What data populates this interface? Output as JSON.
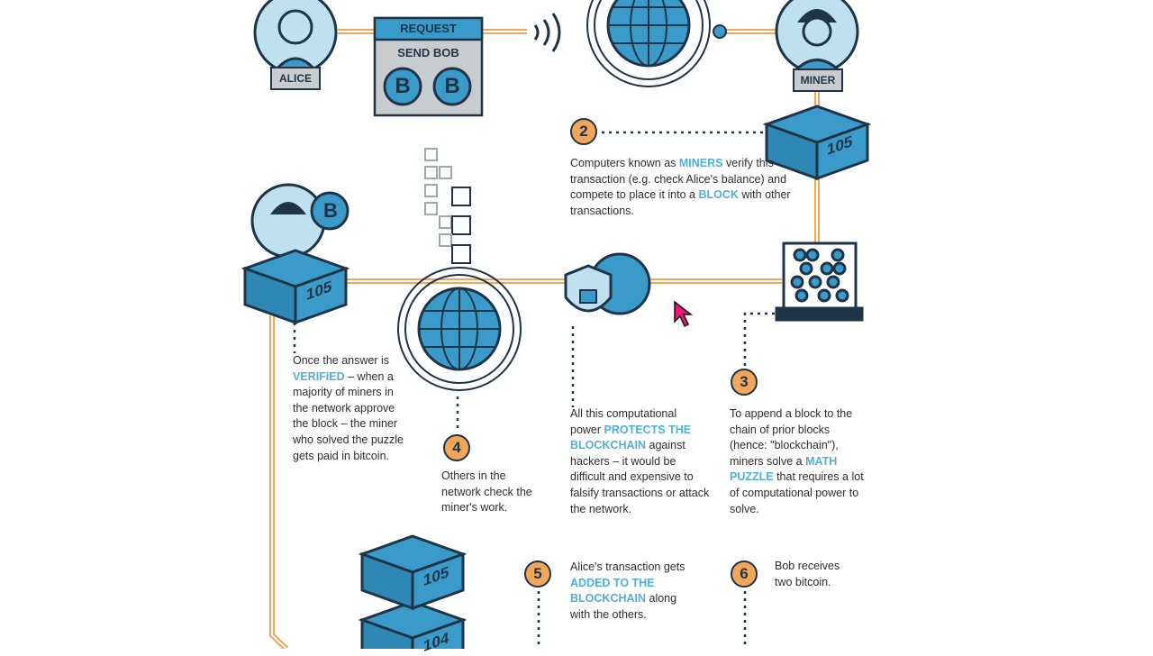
{
  "actors": {
    "alice": "ALICE",
    "miner": "MINER"
  },
  "request": {
    "header": "REQUEST",
    "body": "SEND BOB",
    "coin_symbol": "B"
  },
  "blocks": {
    "top": "105",
    "left": "105",
    "stack_top": "105",
    "stack_second": "104"
  },
  "steps": [
    {
      "number": "2",
      "segments": [
        "Computers known as ",
        "MINERS",
        " verify this transaction (e.g. check Alice's balance) and compete to place it into a ",
        "BLOCK",
        " with other transactions."
      ]
    },
    {
      "number": "3",
      "segments": [
        "To append a block to the chain of prior blocks (hence: \"blockchain\"), miners solve a ",
        "MATH PUZZLE",
        " that requires a lot of computational power to solve."
      ]
    },
    {
      "number": "4",
      "segments": [
        "Others in the network check the miner's work."
      ]
    },
    {
      "number": "5",
      "segments": [
        "Alice's transaction gets ",
        "ADDED TO THE BLOCKCHAIN",
        " along with the others."
      ]
    },
    {
      "number": "6",
      "segments": [
        "Bob receives two bitcoin."
      ]
    }
  ],
  "notes": {
    "verified": [
      "Once the answer is ",
      "VERIFIED",
      " – when a majority of miners in the network approve the block – the miner who solved the puzzle gets paid in bitcoin."
    ],
    "protects": [
      "All this computational power ",
      "PROTECTS THE BLOCKCHAIN",
      " against hackers – it would be difficult and expensive to falsify transactions or attack the network."
    ]
  },
  "colors": {
    "orange": "#f2a65a",
    "dark": "#1f3547",
    "blue": "#3a9bcb",
    "light_blue": "#bfe0ef",
    "highlight": "#4fb0d8"
  }
}
